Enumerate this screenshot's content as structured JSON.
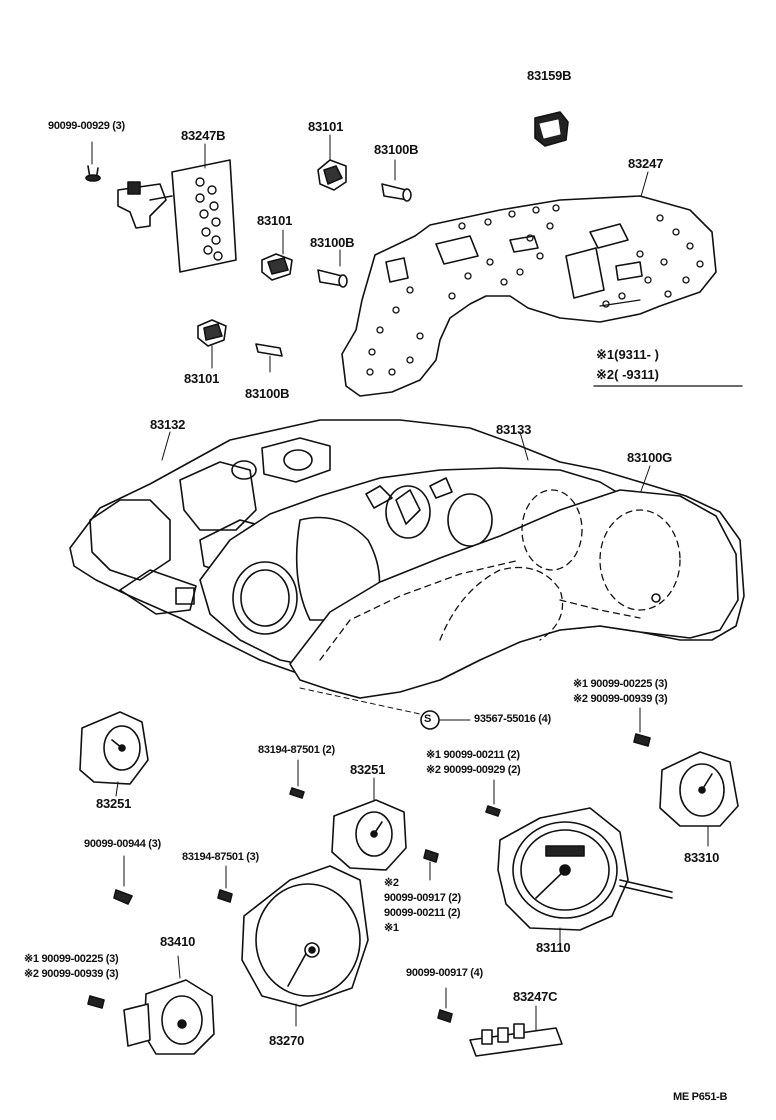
{
  "parts": {
    "p83159B": "83159B",
    "p90099_00929_3": "90099-00929 (3)",
    "p83247B": "83247B",
    "p83101_top": "83101",
    "p83100B_top": "83100B",
    "p83247": "83247",
    "p83101_mid": "83101",
    "p83100B_mid": "83100B",
    "p83101_low": "83101",
    "p83100B_low": "83100B",
    "p83132": "83132",
    "p83133": "83133",
    "p83100G": "83100G",
    "p93567": "93567-55016 (4)",
    "p83251_left": "83251",
    "p83194_2": "83194-87501 (2)",
    "p83251_mid": "83251",
    "p90099_00944_3": "90099-00944 (3)",
    "p83194_3": "83194-87501 (3)",
    "p83410": "83410",
    "p83270": "83270",
    "p83110": "83110",
    "p83310": "83310",
    "p90099_00917_4": "90099-00917 (4)",
    "p83247C": "83247C"
  },
  "notes": {
    "legend_1": "※1(9311-      )",
    "legend_2": "※2(       -9311)",
    "screws_right_1": "※1 90099-00225 (3)",
    "screws_right_2": "※2 90099-00939 (3)",
    "screws_mid_1": "※1 90099-00211 (2)",
    "screws_mid_2": "※2 90099-00929 (2)",
    "screws_c_2": "※2",
    "screws_c_a": "90099-00917 (2)",
    "screws_c_b": "90099-00211 (2)",
    "screws_c_1": "※1",
    "screws_left_1": "※1 90099-00225 (3)",
    "screws_left_2": "※2 90099-00939 (3)",
    "s_mark": "S"
  },
  "footer": {
    "code": "ME P651-B"
  }
}
